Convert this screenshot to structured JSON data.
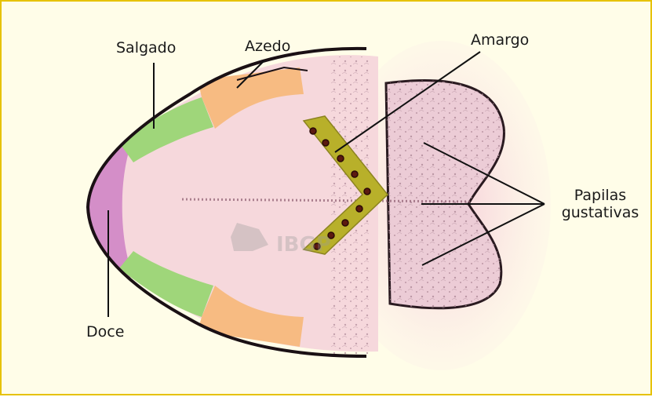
{
  "figure": {
    "labels": {
      "salgado": "Salgado",
      "azedo": "Azedo",
      "amargo": "Amargo",
      "papilas_line1": "Papilas",
      "papilas_line2": "gustativas",
      "doce": "Doce"
    },
    "watermark": "IBGP",
    "colors": {
      "background": "#fffde8",
      "border": "#e6c200",
      "doce_region": "#d48ec8",
      "salgado_region": "#9fd67a",
      "azedo_region": "#f7bb82",
      "amargo_band": "#b8b02a",
      "tongue_body": "#f6d8dc",
      "tongue_back": "#e9c6d0"
    }
  }
}
